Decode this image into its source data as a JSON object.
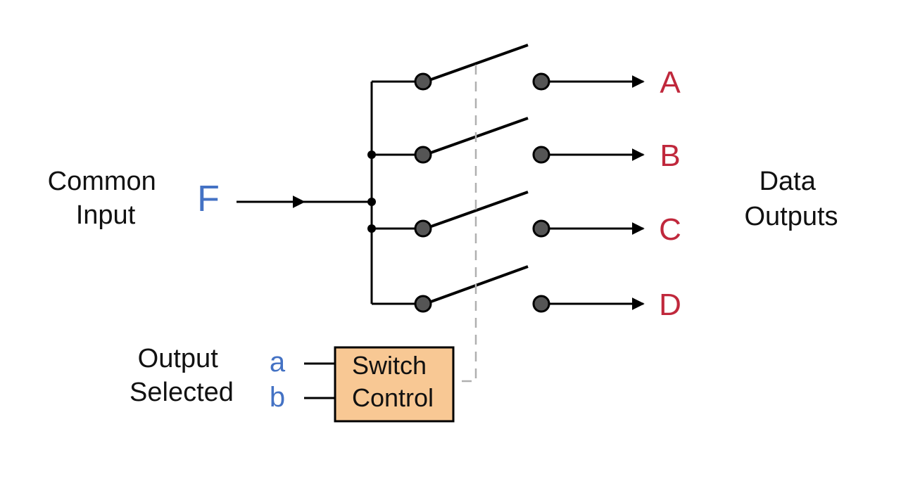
{
  "colors": {
    "background": "#ffffff",
    "input_symbol": "#4472c4",
    "output_symbol": "#c0283c",
    "select_symbol": "#4472c4",
    "switch_box_fill": "#f8c894",
    "terminal_fill": "#555555",
    "dashed_link": "#b0b0b0"
  },
  "input": {
    "label_line1": "Common",
    "label_line2": "Input",
    "symbol": "F"
  },
  "outputs": {
    "label_line1": "Data",
    "label_line2": "Outputs",
    "channels": [
      "A",
      "B",
      "C",
      "D"
    ]
  },
  "select": {
    "label_line1": "Output",
    "label_line2": "Selected",
    "lines": [
      "a",
      "b"
    ]
  },
  "switch_control": {
    "line1": "Switch",
    "line2": "Control"
  }
}
